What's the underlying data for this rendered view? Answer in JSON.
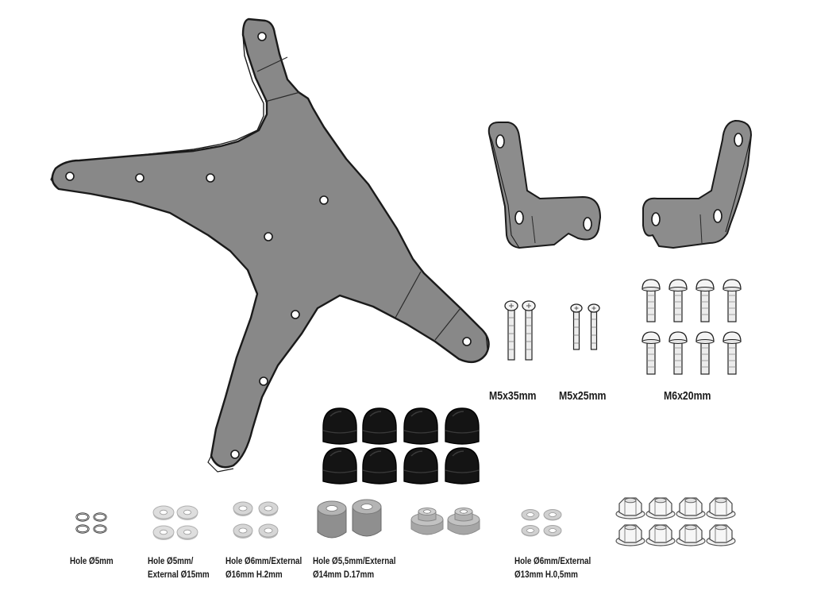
{
  "colors": {
    "plate_fill": "#8a8a8a",
    "plate_outline": "#1a1a1a",
    "cap_fill": "#141414",
    "bolt_fill": "#ececec",
    "washer_fill": "#d8d8d8",
    "spacer_fill": "#9a9a9a"
  },
  "labels": {
    "bolt_m5x35": "M5x35mm",
    "bolt_m5x25": "M5x25mm",
    "bolt_m6x20": "M6x20mm",
    "lock_washer": "Hole Ø5mm",
    "washer_5_15_line1": "Hole Ø5mm/",
    "washer_5_15_line2": "External Ø15mm",
    "washer_6_16_line1": "Hole Ø6mm/External",
    "washer_6_16_line2": "Ø16mm H.2mm",
    "spacer_line1": "Hole Ø5,5mm/External",
    "spacer_line2": "Ø14mm D.17mm",
    "washer_6_13_line1": "Hole Ø6mm/External",
    "washer_6_13_line2": "Ø13mm H.0,5mm"
  }
}
